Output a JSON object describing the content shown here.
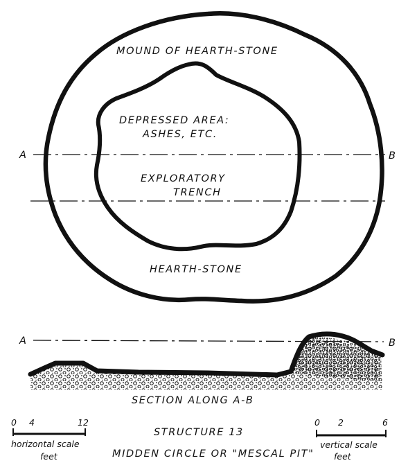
{
  "plan": {
    "outer_label": "MOUND OF HEARTH-STONE",
    "inner_label_1": "DEPRESSED AREA:",
    "inner_label_2": "ASHES, ETC.",
    "trench_label_1": "EXPLORATORY",
    "trench_label_2": "TRENCH",
    "bottom_label": "HEARTH-STONE",
    "line_start": "A",
    "line_end": "B"
  },
  "section": {
    "line_start": "A",
    "line_end": "B",
    "caption": "SECTION ALONG A-B"
  },
  "horizontal_scale": {
    "ticks": [
      "0",
      "4",
      "12"
    ],
    "caption": "horizontal scale",
    "unit": "feet"
  },
  "vertical_scale": {
    "ticks": [
      "0",
      "2",
      "6"
    ],
    "caption": "vertical scale",
    "unit": "feet"
  },
  "title": {
    "line1": "STRUCTURE 13",
    "line2": "MIDDEN CIRCLE OR \"MESCAL PIT\""
  },
  "colors": {
    "ink": "#111111",
    "paper": "#ffffff"
  }
}
